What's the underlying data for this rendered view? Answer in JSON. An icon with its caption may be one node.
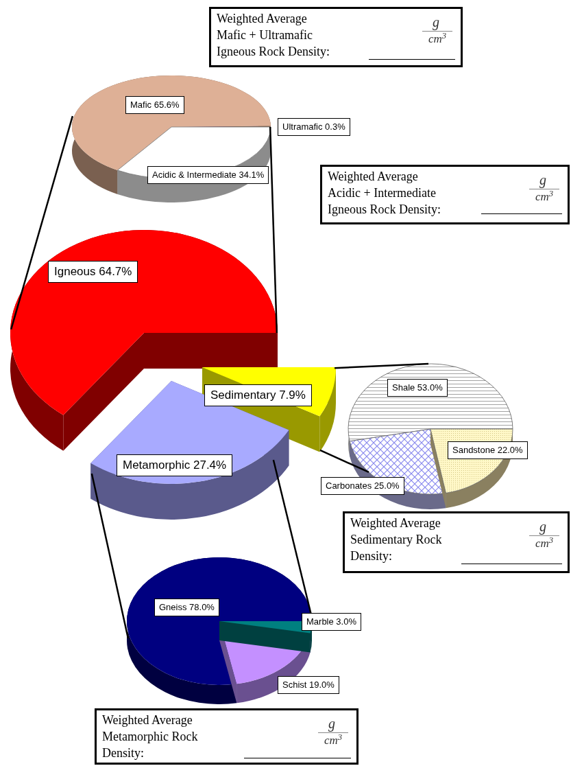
{
  "diagram": {
    "nodes": [
      {
        "text": [
          "Weighted Average Mafic + Ultramafic Igneous Rock Density:",
          "g",
          "cm$^{3}$"
        ]
      },
      {
        "text": [],
        "shape": "pie"
      },
      {
        "text": [
          "Mafic 65.6%"
        ],
        "in": 1
      },
      {
        "text": [
          "Ultramafic 0.3%"
        ]
      },
      {
        "text": [
          "Acidic & Intermediate 34.1%"
        ]
      },
      {
        "text": [
          "Weighted Average Acidic + Intermediate Igneous Rock Density:",
          "g",
          "cm$^{3}$"
        ]
      },
      {
        "text": [],
        "shape": "pie"
      },
      {
        "text": [
          "Igneous 64.7%"
        ],
        "in": 6
      },
      {
        "text": [],
        "shape": "pie"
      },
      {
        "text": [
          "Sedimentary 7.9%"
        ],
        "in": 8
      },
      {
        "text": [],
        "shape": "pie"
      },
      {
        "text": [
          "Shale 53.0%"
        ],
        "in": 10
      },
      {
        "text": [
          "Sandstone 22.0%"
        ]
      },
      {
        "text": [],
        "shape": "pie"
      },
      {
        "text": [
          "Metamorphic 27.4%"
        ],
        "in": 13
      },
      {
        "text": [
          "Carbonates 25.0%"
        ]
      },
      {
        "text": [
          "Weighted Average Sedimentary Rock Density:",
          "g",
          "cm$^{3}$"
        ]
      },
      {
        "text": [],
        "shape": "pie"
      },
      {
        "text": [
          "Gneiss 78.0%"
        ],
        "in": 17
      },
      {
        "text": [
          "Marble 3.0%"
        ]
      },
      {
        "text": [
          "Schist 19.0%"
        ]
      },
      {
        "text": [
          "Weighted Average Metamorphic Rock Density:",
          "g",
          "cm$^{3}$"
        ]
      }
    ],
    "edges": [
      {
        "from": 6,
        "to": 1,
        "arrow": "none"
      },
      {
        "from": 6,
        "to": 1,
        "arrow": "none"
      },
      {
        "from": 8,
        "to": 10,
        "arrow": "none"
      },
      {
        "from": 8,
        "to": 10,
        "arrow": "none"
      },
      {
        "from": 13,
        "to": 17,
        "arrow": "none"
      },
      {
        "from": 13,
        "to": 17,
        "arrow": "none"
      }
    ]
  }
}
